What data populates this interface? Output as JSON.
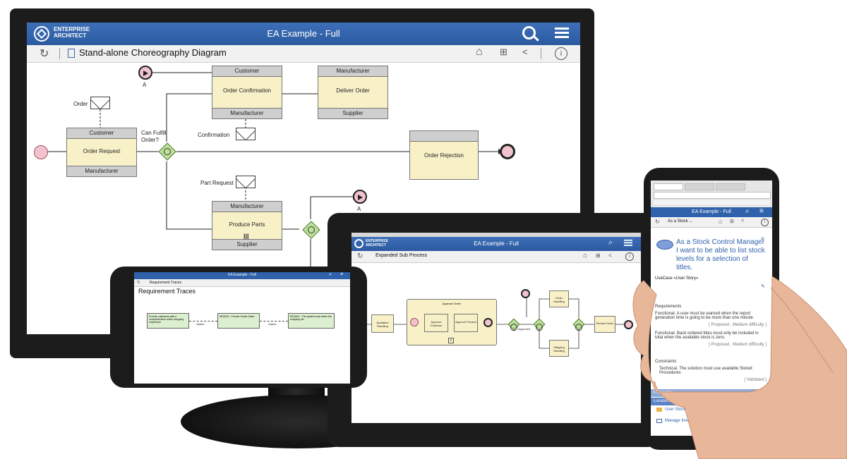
{
  "monitor": {
    "brand_line1": "ENTERPRISE",
    "brand_line2": "ARCHITECT",
    "app_title": "EA Example - Full",
    "diagram_title": "Stand-alone Choreography Diagram",
    "diagram": {
      "order_request": {
        "top": "Customer",
        "name": "Order Request",
        "bottom": "Manufacturer"
      },
      "order_confirmation": {
        "top": "Customer",
        "name": "Order Confirmation",
        "bottom": "Manufacturer"
      },
      "deliver_order": {
        "top": "Manufacturer",
        "name": "Deliver Order",
        "bottom": "Supplier"
      },
      "order_rejection": {
        "name": "Order Rejection"
      },
      "produce_parts": {
        "top": "Manufacturer",
        "name": "Produce Parts",
        "bottom": "Supplier"
      },
      "msg_order": "Order",
      "msg_confirmation": "Confirmation",
      "msg_part_request": "Part Request",
      "gateway_question": "Can Fulfill Order?",
      "link_label_top": "A",
      "link_label_mid": "A"
    }
  },
  "tablet": {
    "brand_line1": "ENTERPRISE",
    "brand_line2": "ARCHITECT",
    "app_title": "EA Example - Full",
    "diagram_title": "Expanded Sub Process",
    "nodes": {
      "quotation": "Quotation Handling",
      "approve_order": "Approve Order",
      "approver_customer": "Approve Customer",
      "approve_product": "Approve Product",
      "approved": "Approved",
      "order_handling": "Order Handling",
      "shipping_handling": "Shipping Handling",
      "review": "Review Order"
    }
  },
  "phone_landscape": {
    "app_title": "EA Example - Full",
    "breadcrumb": "Requirement Traces",
    "diagram_title": "Requirement Traces",
    "req1": "Provide customers with a comprehensive online shopping experience",
    "req2": "REQ023 - Provide Online Sales",
    "req3": "REQ024 - The system must retain the shopping list",
    "trace_label": "«trace»"
  },
  "phone_portrait": {
    "app_title": "EA Example - Full",
    "breadcrumb": "As a Stock ...",
    "story_text": "As a Stock Control Manager I want to be able to list stock levels for a selection of titles.",
    "usecase_stereo": "UseCase «User Story»",
    "requirements_heading": "Requirements",
    "req1_text": "Functional. A user must be warned when the report generation time is going to be more than one minute.",
    "req1_status": "[ Proposed , Medium difficulty ]",
    "req2_text": "Functional. Back ordered titles must only be included in total when the available stock is zero.",
    "req2_status": "[ Proposed , Medium difficulty ]",
    "constraints_heading": "Constraints",
    "constraint_text": "Technical. The solution must use available Stored Procedures",
    "constraint_status": "[ Validated ]",
    "properties_heading": "Properties",
    "location_heading": "Location",
    "location_item1": "User Stories",
    "location_item2": "Manage Inventory User Stories"
  },
  "colors": {
    "header_blue": "#2f62aa",
    "task_fill": "#f8f1c8",
    "gateway_green": "#bde09a",
    "event_pink": "#f3c3cd"
  }
}
